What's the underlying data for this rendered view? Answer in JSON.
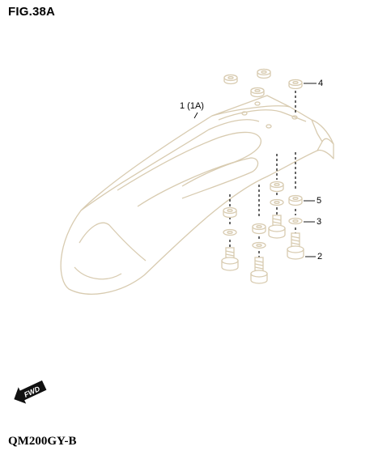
{
  "figure": {
    "title": "FIG.38A",
    "model": "QM200GY-B"
  },
  "callouts": {
    "p1": "1 (1A)",
    "p2": "2",
    "p3": "3",
    "p4": "4",
    "p5": "5"
  },
  "fwd_badge": {
    "text": "FWD"
  },
  "colors": {
    "line": "#d8cbb0",
    "ink": "#000000"
  }
}
